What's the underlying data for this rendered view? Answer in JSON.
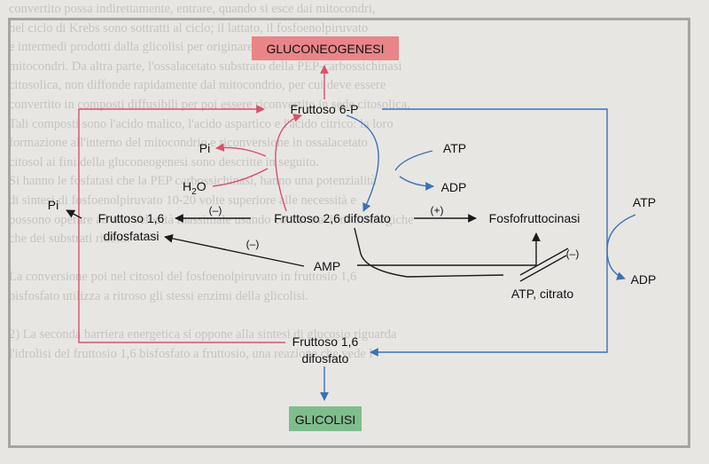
{
  "background_text": [
    "convertito possa indirettamente, entrare, quando si esce dai mitocondri,",
    "nel ciclo di Krebs sono sottratti al ciclo; il lattato, il fosfoenolpiruvato",
    "e intermedi prodotti dalla glicolisi per originare ossalacetato in seno",
    "mitocondri. Da altra parte, l'ossalacetato substrato della PEP-carbossichinasi",
    "citosolica, non diffonde rapidamente dal mitocondrio, per cui deve essere",
    "convertito in composti diffusibili per poi essere riconvertito in sede citosolica.",
    "Tali composti sono l'acido malico, l'acido aspartico e l'acido citrico: la loro",
    "formazione all'interno del mitocondrio e riconversione in ossalacetato",
    "citosol ai fini della gluconeogenesi sono descritte in seguito.",
    "     Si hanno le fosfatasi che la PEP carbossichinasi, hanno una potenzialità",
    "di sintesi di fosfoenolpiruvato 10-20 volte superiore alle necessità e",
    "possono operare ad una velocità massimale usando concentrazioni fisiologiche",
    "che dei substrati ridotti.",
    "",
    "     La conversione poi nel citosol del fosfoenolpiruvato in fruttosio 1,6",
    "bisfosfato utilizza a ritroso gli stessi enzimi della glicolisi.",
    "",
    "     2) La seconda barriera energetica si oppone alla sintesi di glucosio riguarda",
    "l'idrolisi del fruttosio 1,6 bisfosfato a fruttosio, una reazione che vede l"
  ],
  "nodes": {
    "gluconeogenesi": "GLUCONEOGENESI",
    "fruttosio_6p": "Fruttoso 6-P",
    "pi_top": "Pi",
    "h2o": "H",
    "h2o_sub": "2",
    "h2o_tail": "O",
    "atp_top": "ATP",
    "adp_top": "ADP",
    "pi_left": "Pi",
    "fbpase2_line1": "Fruttoso 1,6",
    "fbpase2_line2": "difosfatasi",
    "f26bp": "Fruttoso 2,6 difosfato",
    "pfk": "Fosfofruttocinasi",
    "atp_right": "ATP",
    "adp_right": "ADP",
    "amp": "AMP",
    "atp_citrato": "ATP, citrato",
    "f16bp_line1": "Fruttoso 1,6",
    "f16bp_line2": "difosfato",
    "glicolisi": "GLICOLISI"
  },
  "regulation_signs": {
    "f26bp_to_fbpase": "(–)",
    "f26bp_to_pfk": "(+)",
    "amp_to_fbpase": "(–)",
    "atp_citrate_to_pfk": "(–)"
  },
  "colors": {
    "gluconeogenesis_path": "#d9506a",
    "glycolysis_path": "#3a72b5",
    "regulation_arrow": "#1a1a1a",
    "gluconeogenesi_box": "#e98588",
    "glicolisi_box": "#7fbe8c",
    "frame": "#a7a4a4"
  },
  "icons": {
    "gluconeogenesis_arrowhead": "arrowhead-red",
    "glycolysis_arrowhead": "arrowhead-blue",
    "regulation_arrowhead": "arrowhead-black"
  }
}
